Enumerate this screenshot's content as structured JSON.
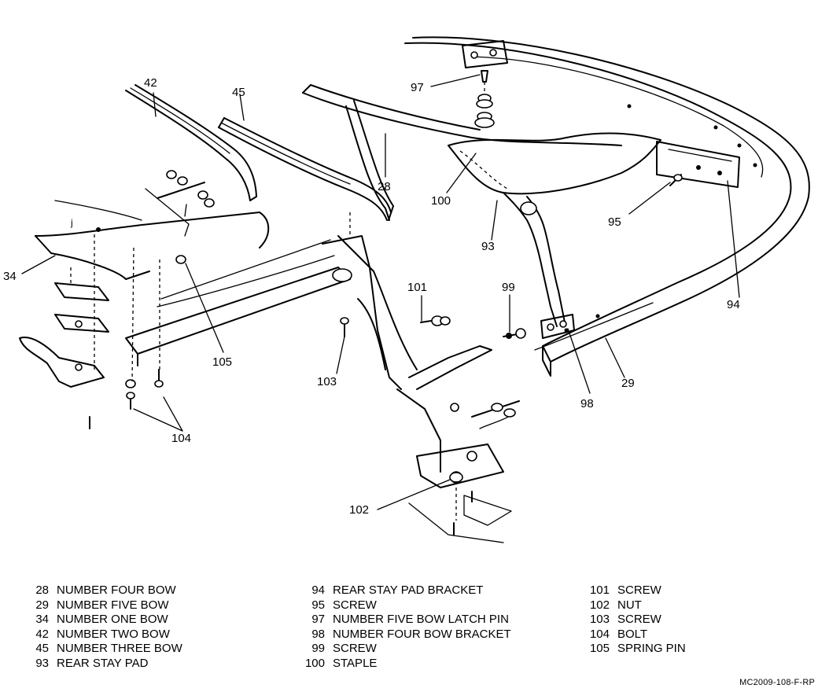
{
  "callouts": {
    "c28": "28",
    "c29": "29",
    "c34": "34",
    "c42": "42",
    "c45": "45",
    "c93": "93",
    "c94": "94",
    "c95": "95",
    "c97": "97",
    "c98": "98",
    "c99": "99",
    "c100": "100",
    "c101": "101",
    "c102": "102",
    "c103": "103",
    "c104": "104",
    "c105": "105"
  },
  "legend": {
    "columns": [
      [
        {
          "num": "28",
          "label": "NUMBER FOUR BOW"
        },
        {
          "num": "29",
          "label": "NUMBER FIVE BOW"
        },
        {
          "num": "34",
          "label": "NUMBER ONE BOW"
        },
        {
          "num": "42",
          "label": "NUMBER TWO BOW"
        },
        {
          "num": "45",
          "label": "NUMBER THREE BOW"
        },
        {
          "num": "93",
          "label": "REAR STAY PAD"
        }
      ],
      [
        {
          "num": "94",
          "label": "REAR STAY PAD BRACKET"
        },
        {
          "num": "95",
          "label": "SCREW"
        },
        {
          "num": "97",
          "label": "NUMBER FIVE BOW LATCH PIN"
        },
        {
          "num": "98",
          "label": "NUMBER FOUR BOW BRACKET"
        },
        {
          "num": "99",
          "label": "SCREW"
        },
        {
          "num": "100",
          "label": "STAPLE"
        }
      ],
      [
        {
          "num": "101",
          "label": "SCREW"
        },
        {
          "num": "102",
          "label": "NUT"
        },
        {
          "num": "103",
          "label": "SCREW"
        },
        {
          "num": "104",
          "label": "BOLT"
        },
        {
          "num": "105",
          "label": "SPRING PIN"
        }
      ]
    ]
  },
  "figure_code": "MC2009-108-F-RP"
}
